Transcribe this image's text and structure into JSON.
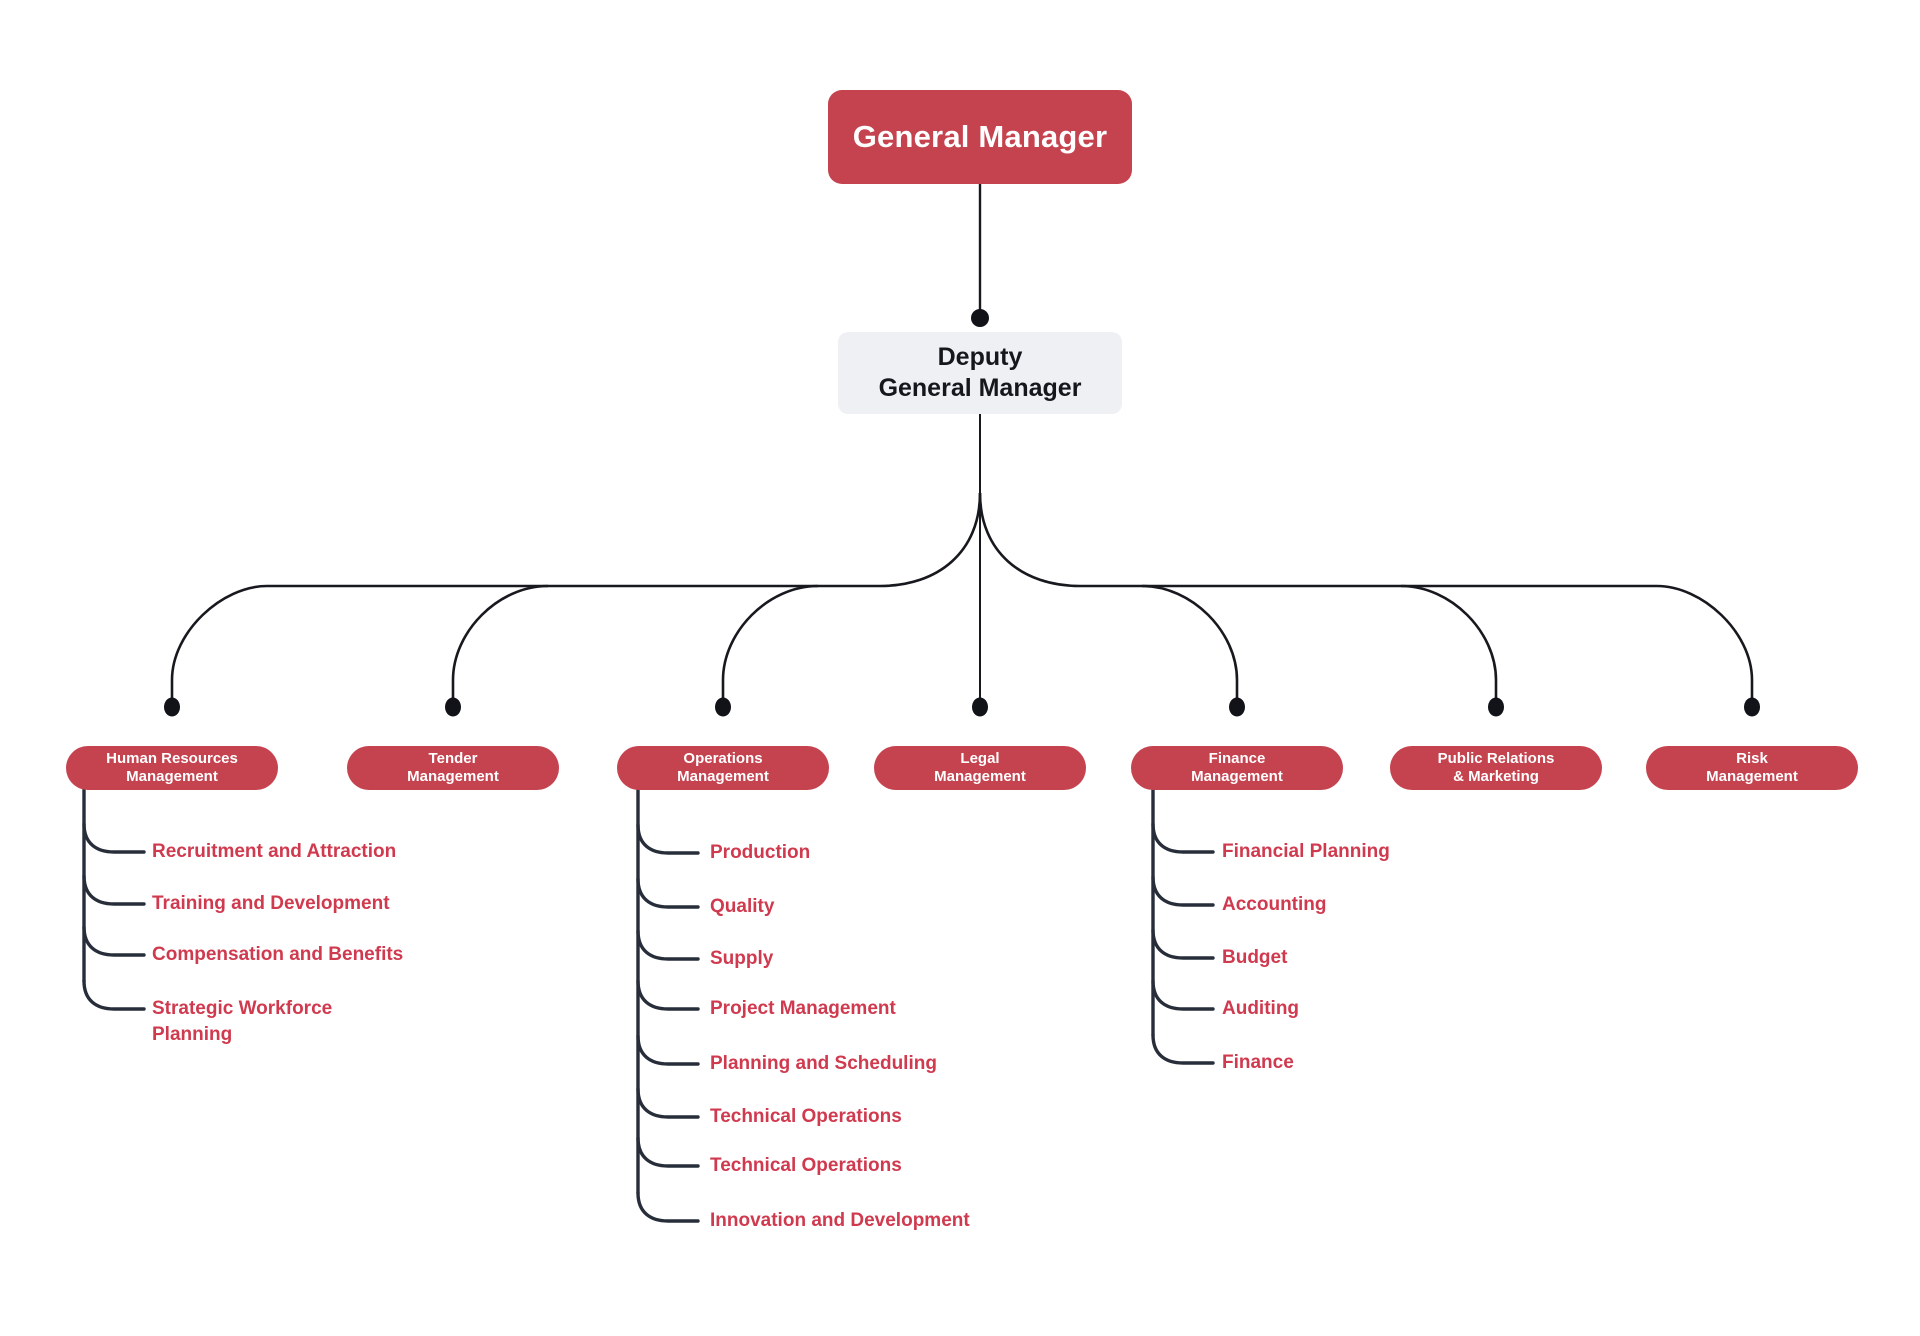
{
  "org_chart": {
    "root": {
      "label": "General Manager"
    },
    "deputy": {
      "label": "Deputy\nGeneral Manager"
    },
    "departments": [
      {
        "name": "Human Resources\nManagement",
        "children": [
          "Recruitment and Attraction",
          "Training and Development",
          "Compensation and Benefits",
          "Strategic Workforce\nPlanning"
        ]
      },
      {
        "name": "Tender\nManagement",
        "children": []
      },
      {
        "name": "Operations\nManagement",
        "children": [
          "Production",
          "Quality",
          "Supply",
          "Project Management",
          "Planning and Scheduling",
          "Technical Operations",
          "Technical Operations",
          "Innovation and Development"
        ]
      },
      {
        "name": "Legal\nManagement",
        "children": []
      },
      {
        "name": "Finance\nManagement",
        "children": [
          "Financial Planning",
          "Accounting",
          "Budget",
          "Auditing",
          "Finance"
        ]
      },
      {
        "name": "Public Relations\n& Marketing",
        "children": []
      },
      {
        "name": "Risk\nManagement",
        "children": []
      }
    ],
    "colors": {
      "node_fill": "#c5424f",
      "node_text": "#ffffff",
      "deputy_fill": "#eef0f4",
      "deputy_text": "#15171c",
      "child_text": "#d03a4f",
      "tree_line": "#17191f",
      "child_line": "#272e3a",
      "dot": "#111318"
    }
  }
}
